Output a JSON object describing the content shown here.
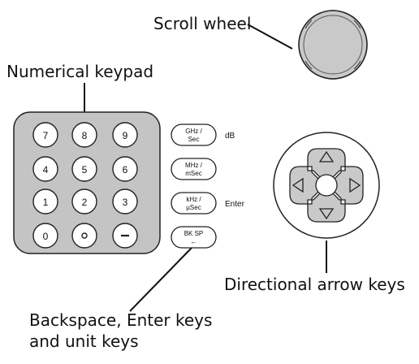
{
  "callouts": {
    "scroll_wheel": "Scroll wheel",
    "numerical_keypad": "Numerical keypad",
    "directional_keys": "Directional arrow keys",
    "unit_keys_line1": "Backspace, Enter keys",
    "unit_keys_line2": "and unit keys"
  },
  "keypad": {
    "rows": [
      [
        "7",
        "8",
        "9"
      ],
      [
        "4",
        "5",
        "6"
      ],
      [
        "1",
        "2",
        "3"
      ],
      [
        "0",
        "",
        ""
      ]
    ],
    "decimal_key_icon": "decimal-point-icon",
    "minus_key_icon": "minus-sign-icon"
  },
  "unit_keys": [
    {
      "line1": "GHz /",
      "line2": "Sec",
      "side": "dB"
    },
    {
      "line1": "MHz /",
      "line2": "mSec",
      "side": ""
    },
    {
      "line1": "kHz /",
      "line2": "µSec",
      "side": "Enter"
    },
    {
      "line1": "BK SP",
      "line2": "←",
      "side": ""
    }
  ],
  "arrow_keys": [
    "up-arrow-icon",
    "left-arrow-icon",
    "right-arrow-icon",
    "down-arrow-icon"
  ],
  "colors": {
    "panel_fill": "#c4c4c4",
    "wheel_fill": "#c9c9c9",
    "stroke": "#222222",
    "key_fill": "#ffffff"
  }
}
